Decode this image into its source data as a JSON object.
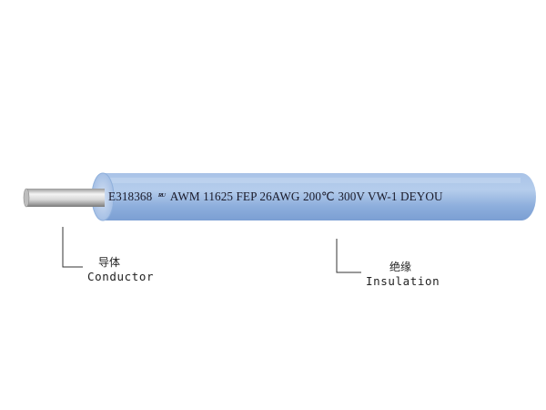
{
  "colors": {
    "insulation": "#8fb2df",
    "insulation_highlight": "#b7cdeb",
    "insulation_end": "#a9c2e6",
    "conductor_light": "#eeeeee",
    "conductor_dark": "#8a8a8a",
    "leader_line": "#333333"
  },
  "cable": {
    "print_code": "E318368",
    "ul_mark": "ᴿᵁ",
    "print_spec": "AWM 11625 FEP 26AWG 200℃ 300V VW-1 DEYOU"
  },
  "labels": {
    "conductor": {
      "cn": "导体",
      "en": "Conductor"
    },
    "insulation": {
      "cn": "绝缘",
      "en": "Insulation"
    }
  }
}
